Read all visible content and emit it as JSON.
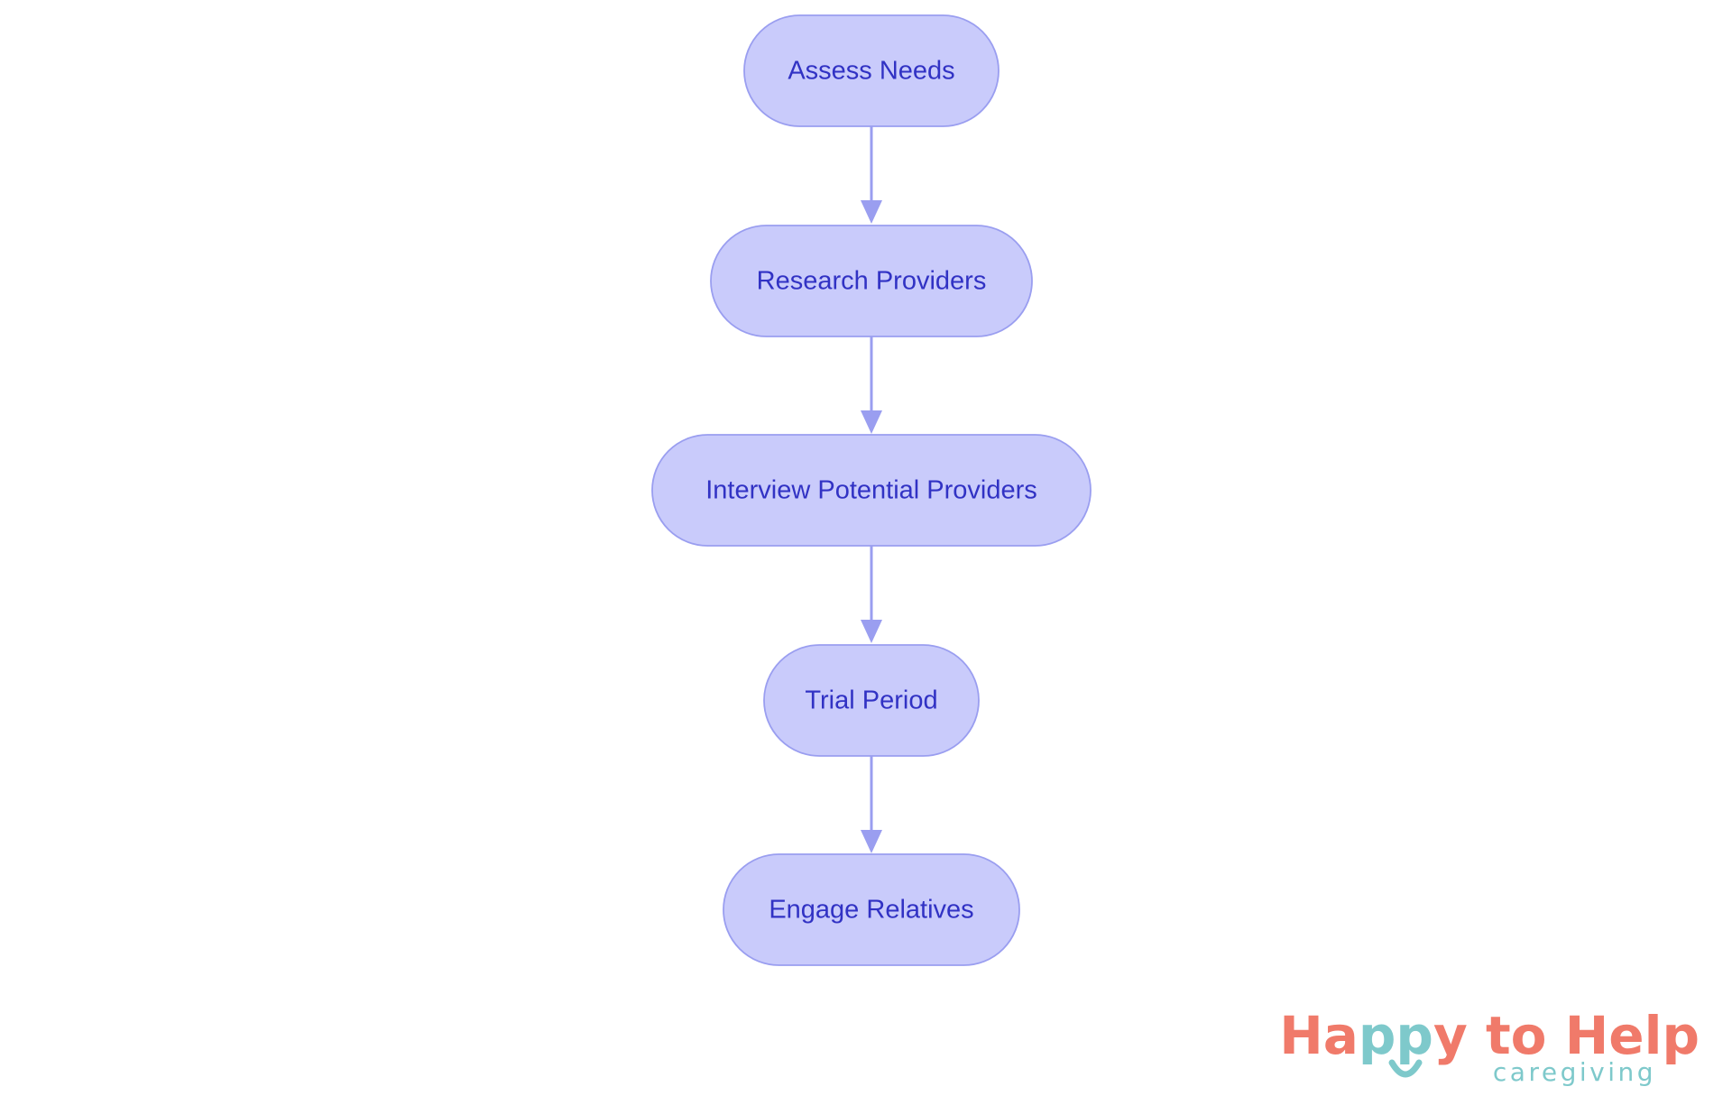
{
  "flowchart": {
    "nodes": [
      {
        "id": "assess",
        "label": "Assess Needs"
      },
      {
        "id": "research",
        "label": "Research Providers"
      },
      {
        "id": "interview",
        "label": "Interview Potential Providers"
      },
      {
        "id": "trial",
        "label": "Trial Period"
      },
      {
        "id": "engage",
        "label": "Engage Relatives"
      }
    ],
    "edges": [
      {
        "from": "assess",
        "to": "research"
      },
      {
        "from": "research",
        "to": "interview"
      },
      {
        "from": "interview",
        "to": "trial"
      },
      {
        "from": "trial",
        "to": "engage"
      }
    ],
    "colors": {
      "node_fill": "#c9cbfb",
      "node_border": "#9a9ef0",
      "node_text": "#3132c4",
      "edge": "#9a9ef0"
    }
  },
  "logo": {
    "part1": "Ha",
    "part2": "pp",
    "part3": "y to Help",
    "tagline": "caregiving",
    "colors": {
      "primary": "#f07a6a",
      "accent": "#7ec9cb"
    }
  }
}
